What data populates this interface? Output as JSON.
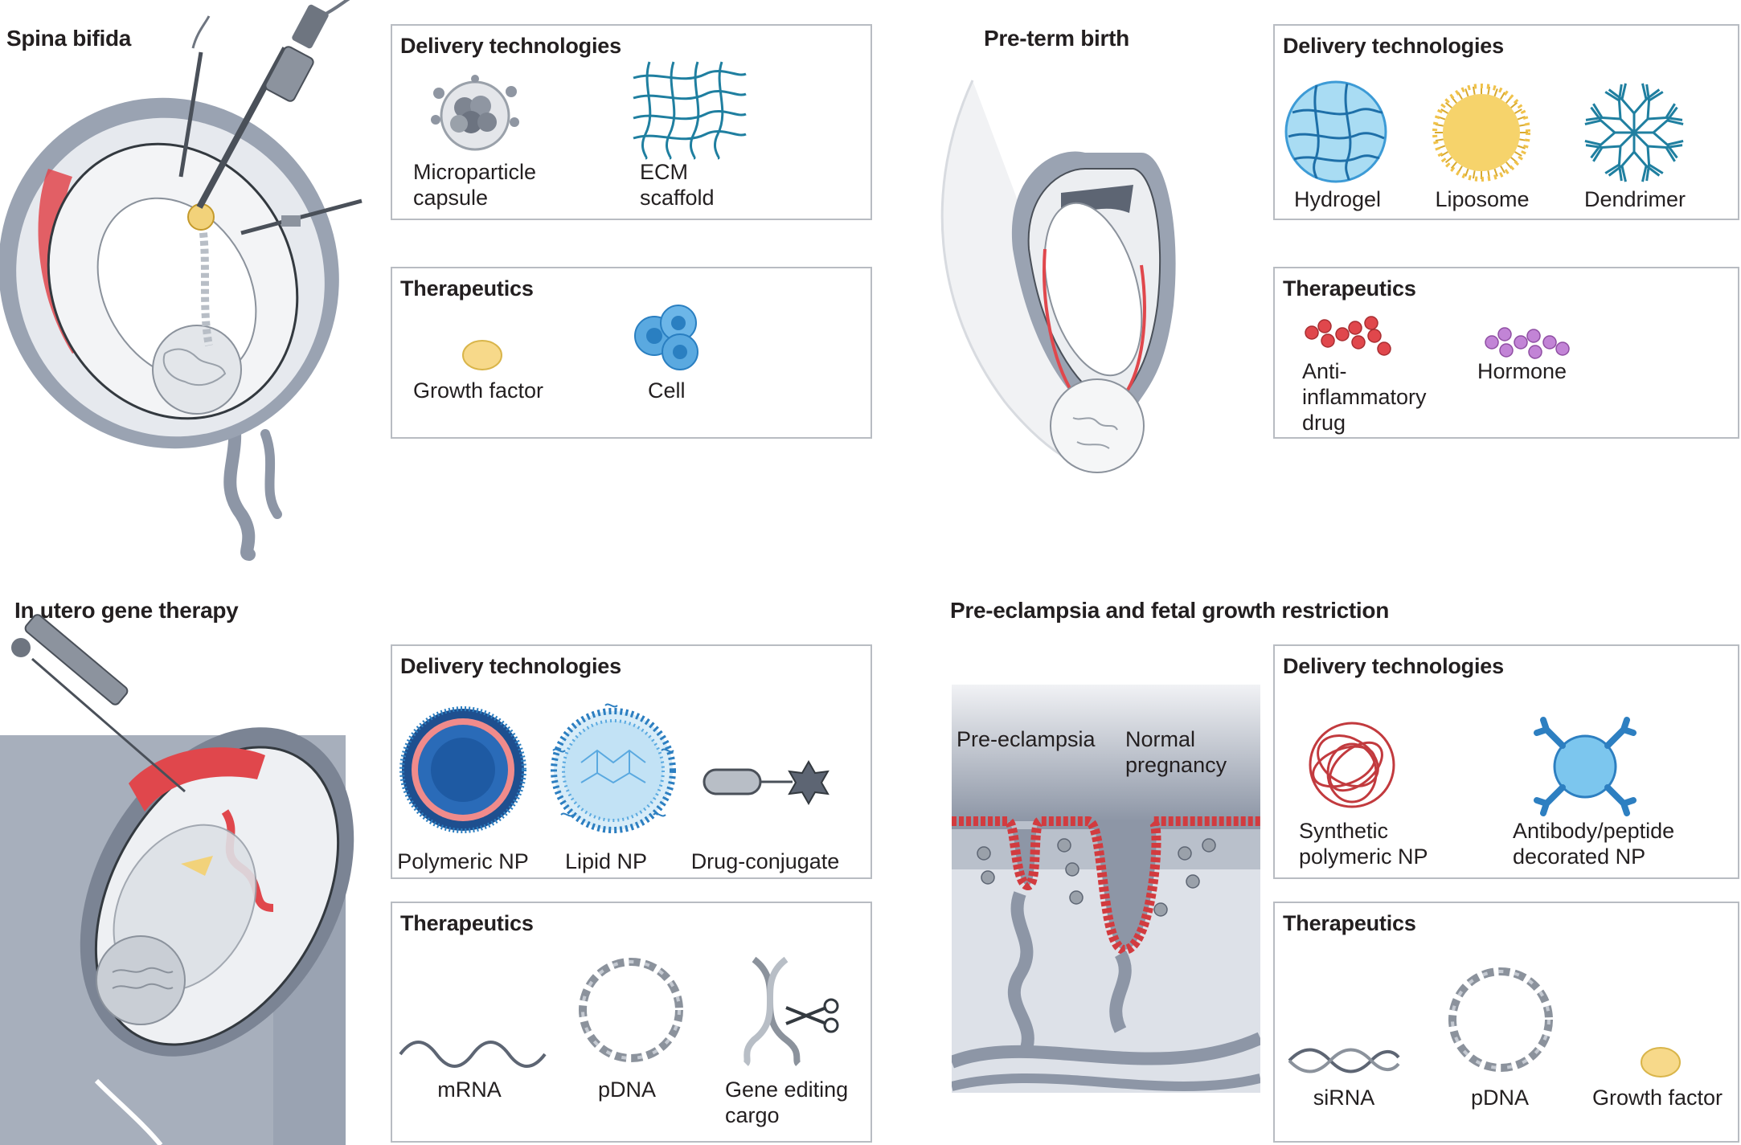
{
  "colors": {
    "border": "#b8bcc2",
    "uterus": "#8d96a6",
    "red_tissue": "#e0474c",
    "blue": "#3d9bd6",
    "dark_blue": "#1e4f8f",
    "gold": "#f2c94c",
    "purple": "#b56cc9",
    "teal": "#1f7fa0"
  },
  "panels": {
    "spina_bifida": {
      "title": "Spina bifida",
      "delivery": {
        "heading": "Delivery technologies",
        "items": [
          {
            "label_line1": "Microparticle",
            "label_line2": "capsule",
            "icon": "microparticle-capsule-icon"
          },
          {
            "label_line1": "ECM",
            "label_line2": "scaffold",
            "icon": "ecm-scaffold-icon"
          }
        ]
      },
      "therapeutics": {
        "heading": "Therapeutics",
        "items": [
          {
            "label": "Growth factor",
            "icon": "growth-factor-icon"
          },
          {
            "label": "Cell",
            "icon": "cell-icon"
          }
        ]
      }
    },
    "preterm": {
      "title": "Pre-term birth",
      "delivery": {
        "heading": "Delivery technologies",
        "items": [
          {
            "label": "Hydrogel",
            "icon": "hydrogel-icon"
          },
          {
            "label": "Liposome",
            "icon": "liposome-icon"
          },
          {
            "label": "Dendrimer",
            "icon": "dendrimer-icon"
          }
        ]
      },
      "therapeutics": {
        "heading": "Therapeutics",
        "items": [
          {
            "label_line1": "Anti-",
            "label_line2": "inflammatory",
            "label_line3": "drug",
            "icon": "anti-inflammatory-drug-icon"
          },
          {
            "label": "Hormone",
            "icon": "hormone-icon"
          }
        ]
      }
    },
    "gene_therapy": {
      "title": "In utero gene therapy",
      "delivery": {
        "heading": "Delivery technologies",
        "items": [
          {
            "label": "Polymeric NP",
            "icon": "polymeric-np-icon"
          },
          {
            "label": "Lipid NP",
            "icon": "lipid-np-icon"
          },
          {
            "label": "Drug-conjugate",
            "icon": "drug-conjugate-icon"
          }
        ]
      },
      "therapeutics": {
        "heading": "Therapeutics",
        "items": [
          {
            "label": "mRNA",
            "icon": "mrna-icon"
          },
          {
            "label": "pDNA",
            "icon": "pdna-icon"
          },
          {
            "label_line1": "Gene editing",
            "label_line2": "cargo",
            "icon": "gene-editing-cargo-icon"
          }
        ]
      }
    },
    "preeclampsia": {
      "title": "Pre-eclampsia and fetal growth restriction",
      "illustration_labels": {
        "left": "Pre-eclampsia",
        "right_line1": "Normal",
        "right_line2": "pregnancy"
      },
      "delivery": {
        "heading": "Delivery technologies",
        "items": [
          {
            "label_line1": "Synthetic",
            "label_line2": "polymeric NP",
            "icon": "synthetic-polymeric-np-icon"
          },
          {
            "label_line1": "Antibody/peptide",
            "label_line2": "decorated NP",
            "icon": "antibody-decorated-np-icon"
          }
        ]
      },
      "therapeutics": {
        "heading": "Therapeutics",
        "items": [
          {
            "label": "siRNA",
            "icon": "sirna-icon"
          },
          {
            "label": "pDNA",
            "icon": "pdna-icon"
          },
          {
            "label": "Growth factor",
            "icon": "growth-factor-icon"
          }
        ]
      }
    }
  }
}
